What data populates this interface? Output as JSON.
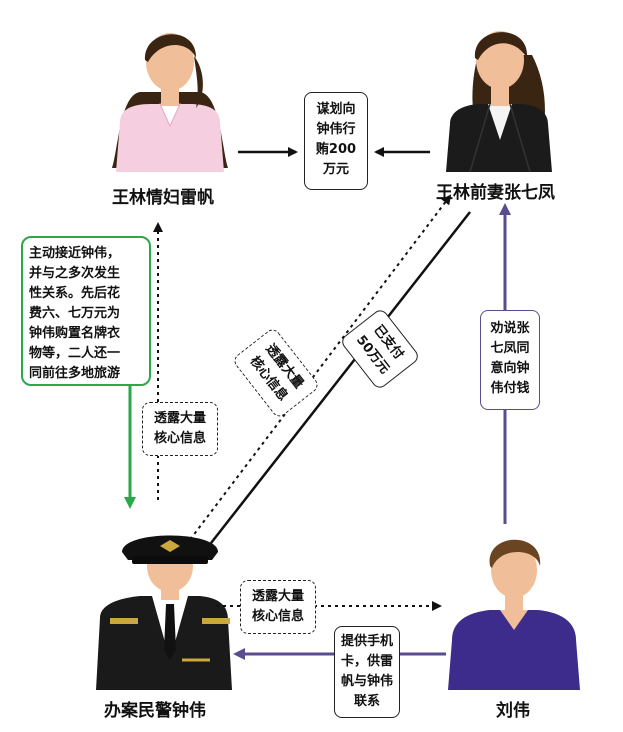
{
  "people": {
    "mistress": {
      "name": "王林情妇雷帆"
    },
    "ex_wife": {
      "name": "王林前妻张七凤"
    },
    "officer": {
      "name": "办案民警钟伟"
    },
    "liu": {
      "name": "刘伟"
    }
  },
  "notes": {
    "bribe_plan": "谋划向\n钟伟行\n贿200\n万元",
    "mistress_relation": "主动接近钟伟，\n并与之多次发生\n性关系。先后花\n费六、七万元为\n钟伟购置名牌衣\n物等，二人还一\n同前往多地旅游",
    "leak_to_mistress": "透露大量\n核心信息",
    "leak_to_exwife": "透露大量\n核心信息",
    "paid": "已支付\n50万元",
    "persuade": "劝说张\n七凤同\n意向钟\n伟付钱",
    "leak_to_liu": "透露大量\n核心信息",
    "provide_phone": "提供手机\n卡，供雷\n帆与钟伟\n联系"
  },
  "colors": {
    "skin": "#f0be98",
    "hair": "#3a2412",
    "pink_jacket": "#f5cfe0",
    "black_suit": "#1b1b1b",
    "uniform": "#1a1a1a",
    "purple_sweater": "#3d2c8c",
    "green_arrow": "#2aa84a",
    "purple_arrow": "#5a4c8e",
    "black_arrow": "#111111"
  }
}
